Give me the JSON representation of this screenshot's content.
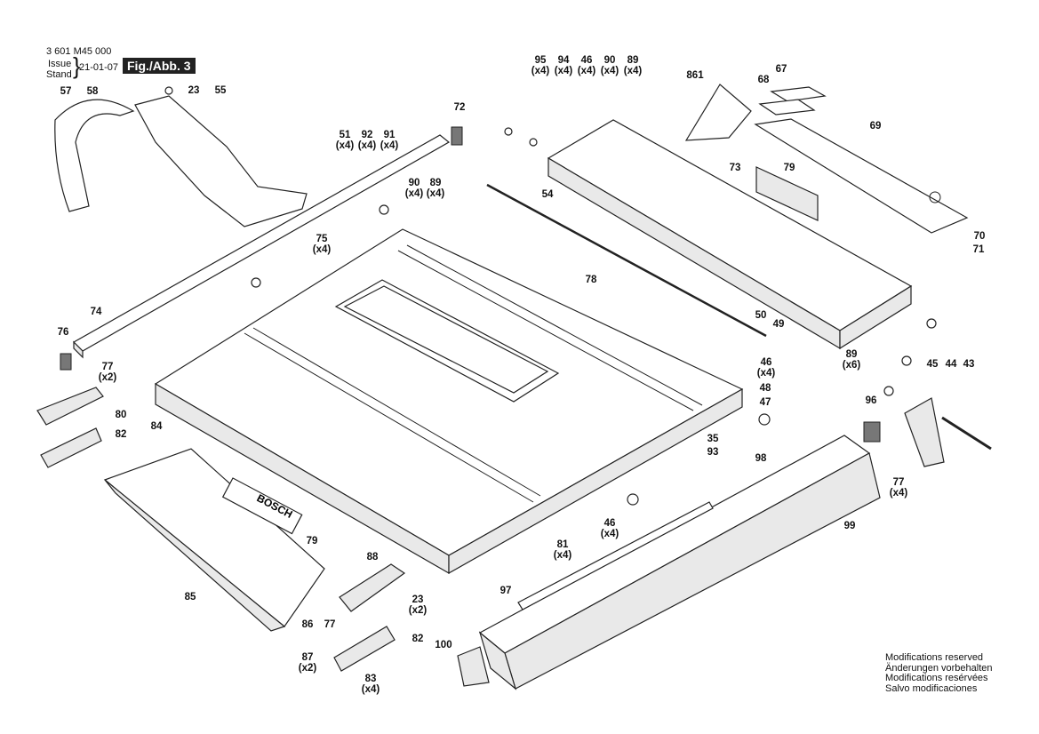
{
  "header": {
    "part_number": "3 601 M45 000",
    "issue_label": "Issue",
    "stand_label": "Stand",
    "date": "21-01-07",
    "figure_label": "Fig./Abb. 3"
  },
  "notes": [
    "Modifications reserved",
    "Änderungen vorbehalten",
    "Modifications resérvées",
    "Salvo modificaciones"
  ],
  "brand_text": "BOSCH",
  "callouts": [
    {
      "id": "c57",
      "label": "57",
      "qty": ""
    },
    {
      "id": "c58",
      "label": "58",
      "qty": ""
    },
    {
      "id": "c23a",
      "label": "23",
      "qty": ""
    },
    {
      "id": "c55",
      "label": "55",
      "qty": ""
    },
    {
      "id": "c72",
      "label": "72",
      "qty": ""
    },
    {
      "id": "c51",
      "label": "51",
      "qty": "(x4)"
    },
    {
      "id": "c92",
      "label": "92",
      "qty": "(x4)"
    },
    {
      "id": "c91",
      "label": "91",
      "qty": "(x4)"
    },
    {
      "id": "c90a",
      "label": "90",
      "qty": "(x4)"
    },
    {
      "id": "c89a",
      "label": "89",
      "qty": "(x4)"
    },
    {
      "id": "c95",
      "label": "95",
      "qty": "(x4)"
    },
    {
      "id": "c94",
      "label": "94",
      "qty": "(x4)"
    },
    {
      "id": "c46a",
      "label": "46",
      "qty": "(x4)"
    },
    {
      "id": "c90b",
      "label": "90",
      "qty": "(x4)"
    },
    {
      "id": "c89b",
      "label": "89",
      "qty": "(x4)"
    },
    {
      "id": "c861",
      "label": "861",
      "qty": ""
    },
    {
      "id": "c67",
      "label": "67",
      "qty": ""
    },
    {
      "id": "c68",
      "label": "68",
      "qty": ""
    },
    {
      "id": "c69",
      "label": "69",
      "qty": ""
    },
    {
      "id": "c73",
      "label": "73",
      "qty": ""
    },
    {
      "id": "c79a",
      "label": "79",
      "qty": ""
    },
    {
      "id": "c54",
      "label": "54",
      "qty": ""
    },
    {
      "id": "c70",
      "label": "70",
      "qty": ""
    },
    {
      "id": "c71",
      "label": "71",
      "qty": ""
    },
    {
      "id": "c75",
      "label": "75",
      "qty": "(x4)"
    },
    {
      "id": "c78",
      "label": "78",
      "qty": ""
    },
    {
      "id": "c74",
      "label": "74",
      "qty": ""
    },
    {
      "id": "c76",
      "label": "76",
      "qty": ""
    },
    {
      "id": "c77a",
      "label": "77",
      "qty": "(x2)"
    },
    {
      "id": "c80",
      "label": "80",
      "qty": ""
    },
    {
      "id": "c82a",
      "label": "82",
      "qty": ""
    },
    {
      "id": "c84",
      "label": "84",
      "qty": ""
    },
    {
      "id": "c50",
      "label": "50",
      "qty": ""
    },
    {
      "id": "c49",
      "label": "49",
      "qty": ""
    },
    {
      "id": "c46b",
      "label": "46",
      "qty": "(x4)"
    },
    {
      "id": "c48",
      "label": "48",
      "qty": ""
    },
    {
      "id": "c89c",
      "label": "89",
      "qty": "(x6)"
    },
    {
      "id": "c45",
      "label": "45",
      "qty": ""
    },
    {
      "id": "c44",
      "label": "44",
      "qty": ""
    },
    {
      "id": "c43",
      "label": "43",
      "qty": ""
    },
    {
      "id": "c47",
      "label": "47",
      "qty": ""
    },
    {
      "id": "c96",
      "label": "96",
      "qty": ""
    },
    {
      "id": "c35",
      "label": "35",
      "qty": ""
    },
    {
      "id": "c93",
      "label": "93",
      "qty": ""
    },
    {
      "id": "c77b",
      "label": "77",
      "qty": "(x4)"
    },
    {
      "id": "c98",
      "label": "98",
      "qty": ""
    },
    {
      "id": "c79b",
      "label": "79",
      "qty": ""
    },
    {
      "id": "c46c",
      "label": "46",
      "qty": "(x4)"
    },
    {
      "id": "c81",
      "label": "81",
      "qty": "(x4)"
    },
    {
      "id": "c99",
      "label": "99",
      "qty": ""
    },
    {
      "id": "c85",
      "label": "85",
      "qty": ""
    },
    {
      "id": "c88",
      "label": "88",
      "qty": ""
    },
    {
      "id": "c23b",
      "label": "23",
      "qty": "(x2)"
    },
    {
      "id": "c86",
      "label": "86",
      "qty": ""
    },
    {
      "id": "c77c",
      "label": "77",
      "qty": ""
    },
    {
      "id": "c97",
      "label": "97",
      "qty": ""
    },
    {
      "id": "c82b",
      "label": "82",
      "qty": ""
    },
    {
      "id": "c87",
      "label": "87",
      "qty": "(x2)"
    },
    {
      "id": "c83",
      "label": "83",
      "qty": "(x4)"
    },
    {
      "id": "c100",
      "label": "100",
      "qty": ""
    }
  ]
}
